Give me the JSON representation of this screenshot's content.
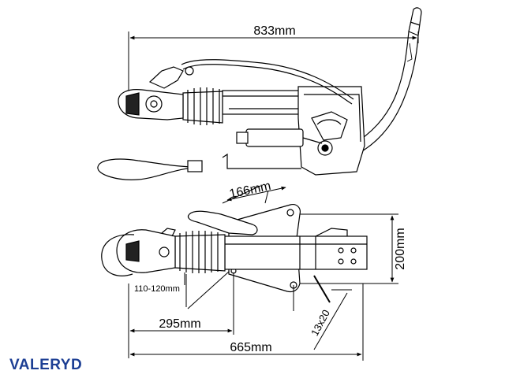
{
  "dimensions": {
    "overall_length": "833mm",
    "mount_width": "166mm",
    "mount_height": "200mm",
    "coupling_offset": "110-120mm",
    "bolt_distance": "295mm",
    "mount_length": "665mm",
    "bolt_size": "13x20"
  },
  "brand": {
    "name": "VALERYD",
    "color": "#1d3f94"
  }
}
